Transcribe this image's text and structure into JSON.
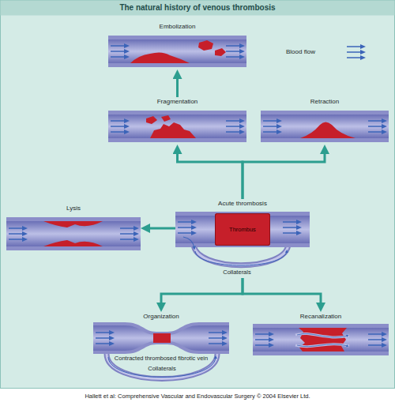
{
  "diagram": {
    "title": "The natural history of venous thrombosis",
    "caption": "Hallett et al: Comprehensive Vascular and Endovascular Surgery © 2004 Elsevier Ltd.",
    "nodes": [
      {
        "text": [
          "Embolization"
        ]
      },
      {
        "text": [
          "Fragmentation"
        ]
      },
      {
        "text": [
          "Retraction"
        ]
      },
      {
        "text": [
          "Lysis"
        ]
      },
      {
        "text": [
          "Acute thrombosis"
        ]
      },
      {
        "text": [
          "Thrombus"
        ],
        "in": 4
      },
      {
        "text": [
          "Organization"
        ]
      },
      {
        "text": [
          "Recanalization"
        ]
      }
    ],
    "edges": [
      {
        "from": 1,
        "to": 0,
        "arrow": "to"
      },
      {
        "from": 4,
        "to": 1,
        "arrow": "to"
      },
      {
        "from": 4,
        "to": 2,
        "arrow": "to"
      },
      {
        "from": 4,
        "to": 3,
        "arrow": "to"
      },
      {
        "from": 4,
        "to": 6,
        "arrow": "to"
      },
      {
        "from": 4,
        "to": 7,
        "arrow": "to"
      }
    ],
    "labels": [
      "Collaterals",
      "Contracted thrombosed fibrotic vein",
      "Collaterals"
    ],
    "legend": [
      {
        "text": "Blood flow"
      }
    ]
  }
}
